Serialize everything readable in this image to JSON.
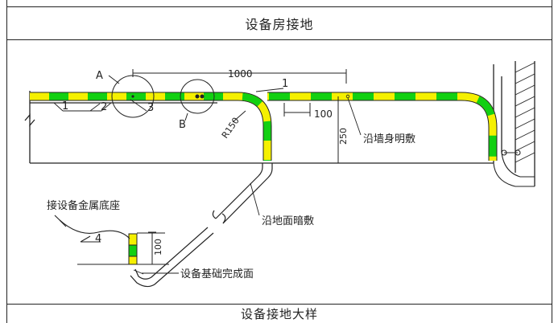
{
  "header": {
    "title": "设备房接地"
  },
  "footer": {
    "title": "设备接地大样"
  },
  "labels": {
    "detail_a": "A",
    "detail_b": "B",
    "dim_1000": "1000",
    "dim_100_top": "100",
    "dim_250": "250",
    "dim_100_bottom": "100",
    "radius": "R150",
    "tag_1_left": "1",
    "tag_2": "2",
    "tag_3": "3",
    "tag_1_top": "1",
    "tag_4": "4",
    "wall_surface": "沿墙身明敷",
    "floor_concealed": "沿地面暗敷",
    "equipment_base": "接设备金属底座",
    "foundation_finish": "设备基础完成面"
  },
  "colors": {
    "stripe_yellow": "#f5f000",
    "stripe_green": "#12d012",
    "line": "#222222"
  }
}
